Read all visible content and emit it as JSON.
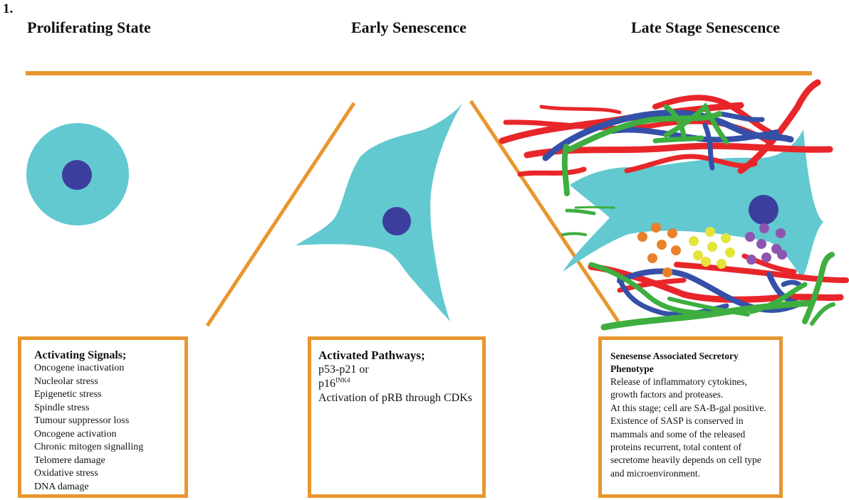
{
  "figure": {
    "number": "1."
  },
  "stages": {
    "proliferating": "Proliferating State",
    "early": "Early Senescence",
    "late": "Late Stage Senescence"
  },
  "boxes": {
    "signals": {
      "heading": "Activating Signals;",
      "items": [
        "Oncogene inactivation",
        "Nucleolar stress",
        "Epigenetic stress",
        "Spindle stress",
        "Tumour suppressor loss",
        "Oncogene activation",
        "Chronic mitogen signalling",
        "Telomere damage",
        "Oxidative stress",
        "DNA damage"
      ]
    },
    "pathways": {
      "heading": "Activated Pathways;",
      "line1": "p53-p21 or",
      "line2_base": "p16",
      "line2_sup": "INK4",
      "line3": "Activation of pRB through CDKs"
    },
    "sasp": {
      "heading": "Senesense Associated Secretory Phenotype",
      "lines": [
        "Release of inflammatory cytokines, growth factors and proteases.",
        "At this stage; cell are SA-B-gal positive.",
        "Existence of SASP is conserved in mammals and some of the released proteins recurrent, total content of secretome heavily depends on cell type and microenvironment."
      ]
    }
  },
  "colors": {
    "cell": "#62C9D1",
    "nucleus": "#3C3E9E",
    "divider": "#E8962E",
    "fiber_red": "#E8262A",
    "fiber_blue": "#3550A8",
    "fiber_green": "#3DAE3F",
    "dot_orange": "#E8812A",
    "dot_yellow": "#E4E43A",
    "dot_purple": "#8E55B0"
  }
}
